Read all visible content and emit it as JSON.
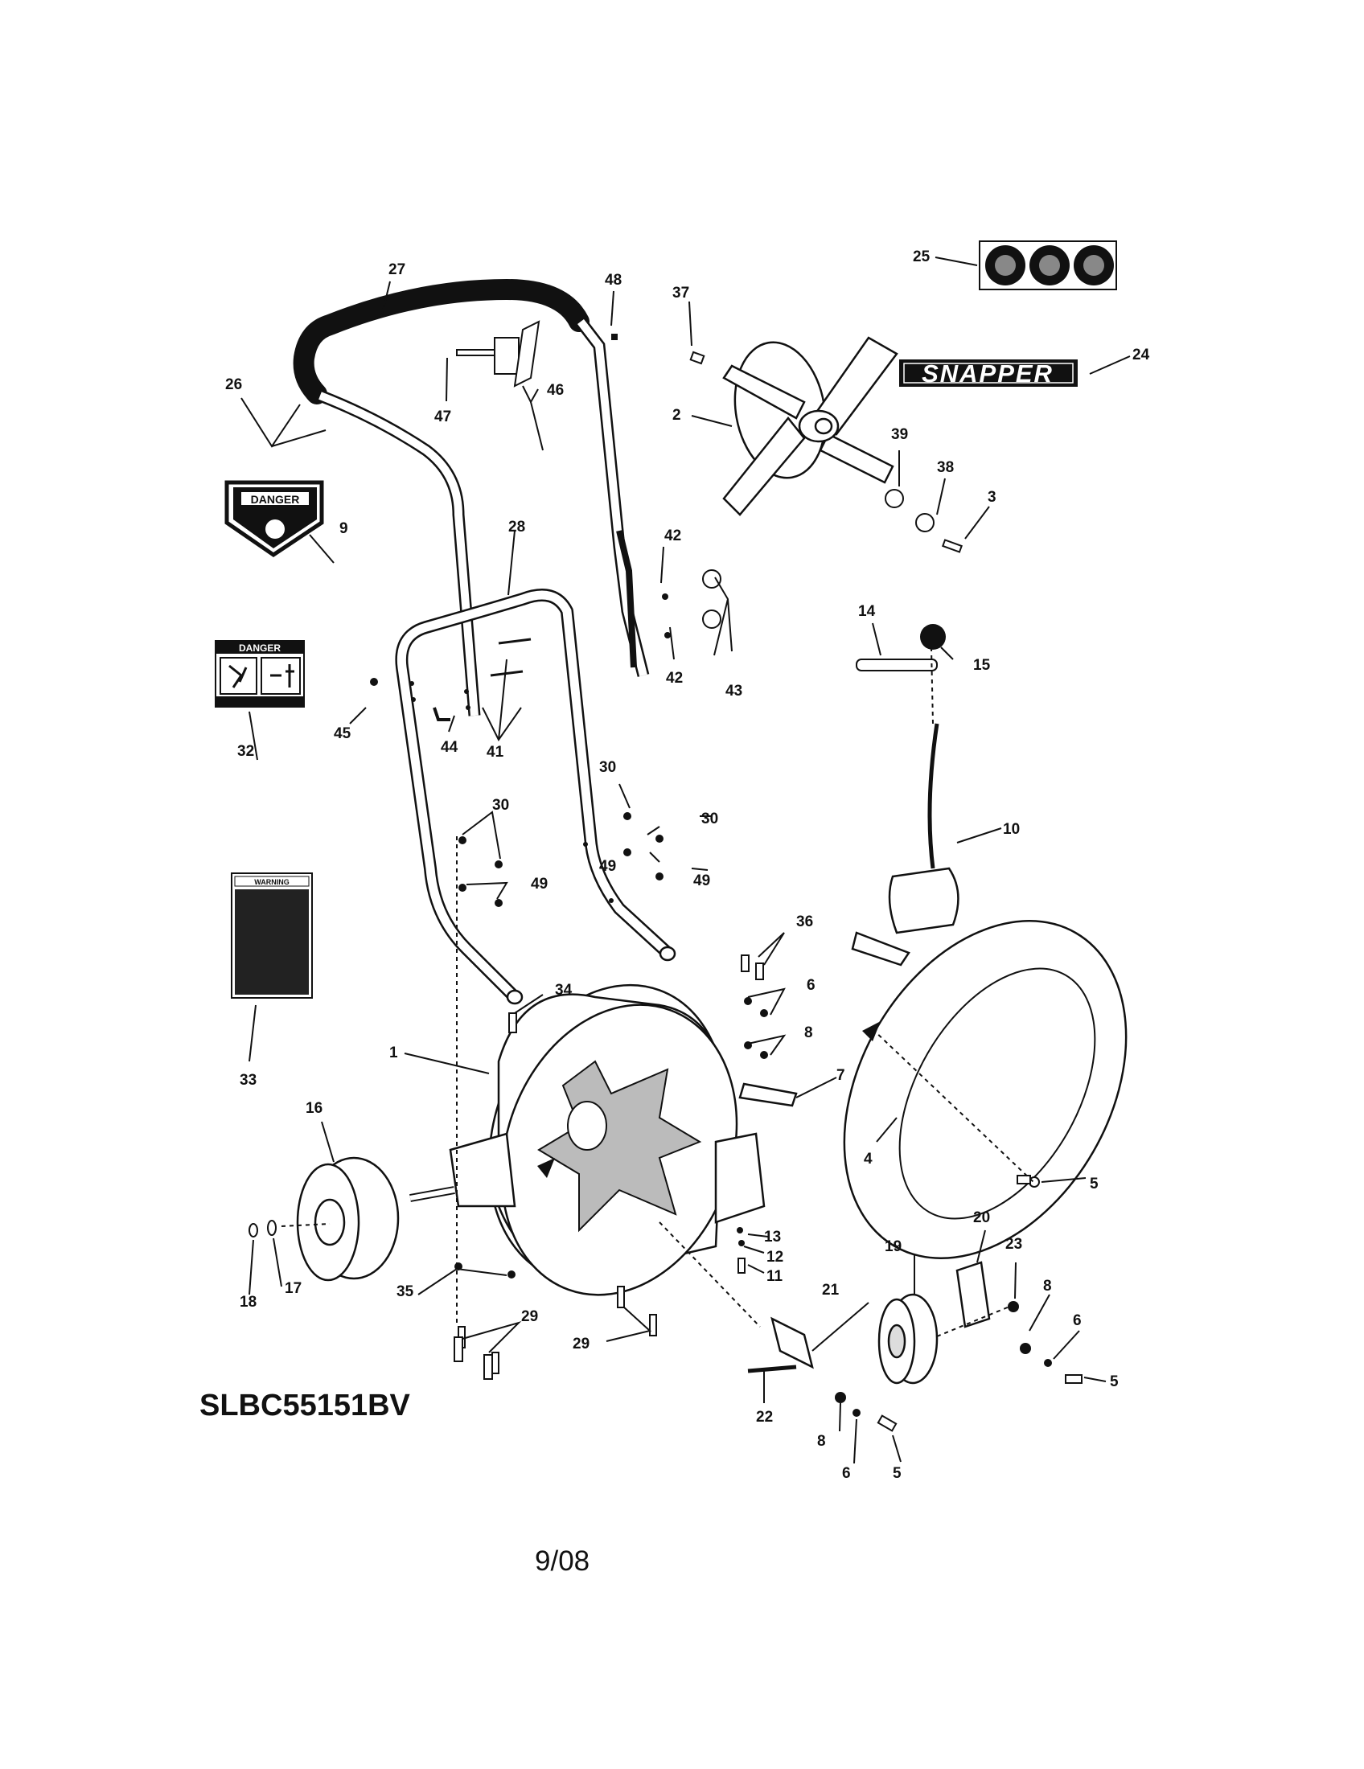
{
  "model": "SLBC55151BV",
  "date": "9/08",
  "decals": {
    "snapper": "SNAPPER",
    "danger_9": "DANGER",
    "danger_32": "DANGER",
    "warning_33": "WARNING"
  },
  "callouts": {
    "c1": "1",
    "c2": "2",
    "c3": "3",
    "c4": "4",
    "c5a": "5",
    "c5b": "5",
    "c5c": "5",
    "c6a": "6",
    "c6b": "6",
    "c6c": "6",
    "c7": "7",
    "c8a": "8",
    "c8b": "8",
    "c8c": "8",
    "c9": "9",
    "c10": "10",
    "c11": "11",
    "c12": "12",
    "c13": "13",
    "c14": "14",
    "c15": "15",
    "c16": "16",
    "c17": "17",
    "c18": "18",
    "c19": "19",
    "c20": "20",
    "c21": "21",
    "c22": "22",
    "c23": "23",
    "c24": "24",
    "c25": "25",
    "c26": "26",
    "c27": "27",
    "c28": "28",
    "c29a": "29",
    "c29b": "29",
    "c30a": "30",
    "c30b": "30",
    "c30c": "30",
    "c32": "32",
    "c33": "33",
    "c34": "34",
    "c35": "35",
    "c36": "36",
    "c37": "37",
    "c38": "38",
    "c39": "39",
    "c41": "41",
    "c42a": "42",
    "c42b": "42",
    "c43": "43",
    "c44": "44",
    "c45": "45",
    "c46": "46",
    "c47": "47",
    "c48": "48",
    "c49a": "49",
    "c49b": "49",
    "c49c": "49"
  }
}
